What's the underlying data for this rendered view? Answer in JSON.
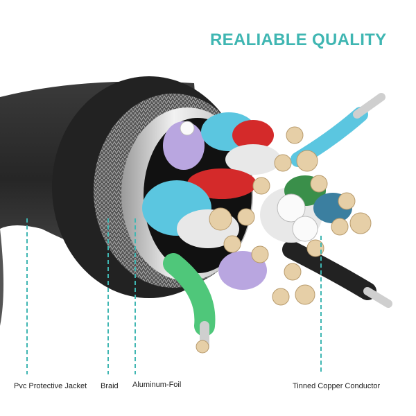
{
  "header": {
    "title": "REALIABLE QUALITY",
    "title_color": "#3fb6b2"
  },
  "callouts": [
    {
      "label": "Pvc Protective Jacket"
    },
    {
      "label": "Braid"
    },
    {
      "label": "Aluminum-Foil"
    },
    {
      "label": "Tinned Copper Conductor"
    }
  ],
  "colors": {
    "leader_line": "#3fb6b2",
    "jacket": "#2b2b2b",
    "wire_blue": "#5bc6e0",
    "wire_red": "#d42a2a",
    "wire_purple": "#b9a6e0",
    "wire_green": "#4fc77a",
    "wire_white": "#e8e8e8",
    "wire_black": "#222222",
    "copper_tinned": "#e6cfa7"
  }
}
